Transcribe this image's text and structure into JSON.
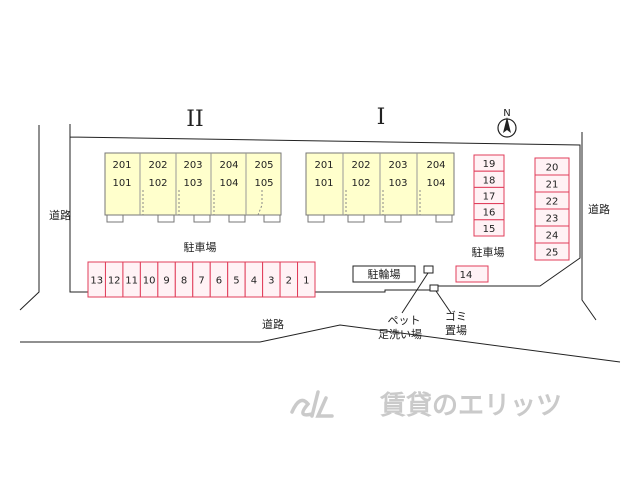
{
  "building_labels": {
    "left": "II",
    "right": "I"
  },
  "north_label": "N",
  "units_left": [
    {
      "top": "201",
      "bottom": "101"
    },
    {
      "top": "202",
      "bottom": "102"
    },
    {
      "top": "203",
      "bottom": "103"
    },
    {
      "top": "204",
      "bottom": "104"
    },
    {
      "top": "205",
      "bottom": "105"
    }
  ],
  "units_right": [
    {
      "top": "201",
      "bottom": "101"
    },
    {
      "top": "202",
      "bottom": "102"
    },
    {
      "top": "203",
      "bottom": "103"
    },
    {
      "top": "204",
      "bottom": "104"
    }
  ],
  "parking_labels": {
    "left": "駐車場",
    "right": "駐車場"
  },
  "bike_parking": "駐輪場",
  "road_label": "道路",
  "pet_wash": {
    "line1": "ペット",
    "line2": "足洗い場"
  },
  "garbage": {
    "line1": "ゴミ",
    "line2": "置場"
  },
  "parking_bottom_row": [
    "13",
    "12",
    "11",
    "10",
    "9",
    "8",
    "7",
    "6",
    "5",
    "4",
    "3",
    "2",
    "1"
  ],
  "parking_col_middle": [
    "19",
    "18",
    "17",
    "16",
    "15"
  ],
  "parking_col_right": [
    "20",
    "21",
    "22",
    "23",
    "24",
    "25"
  ],
  "parking_single": "14",
  "watermark": "賃貸のエリッツ",
  "colors": {
    "building_fill": "#ffffcc",
    "parking_stroke": "#e03d5a",
    "parking_fill": "#fff2f5",
    "line": "#222222"
  }
}
